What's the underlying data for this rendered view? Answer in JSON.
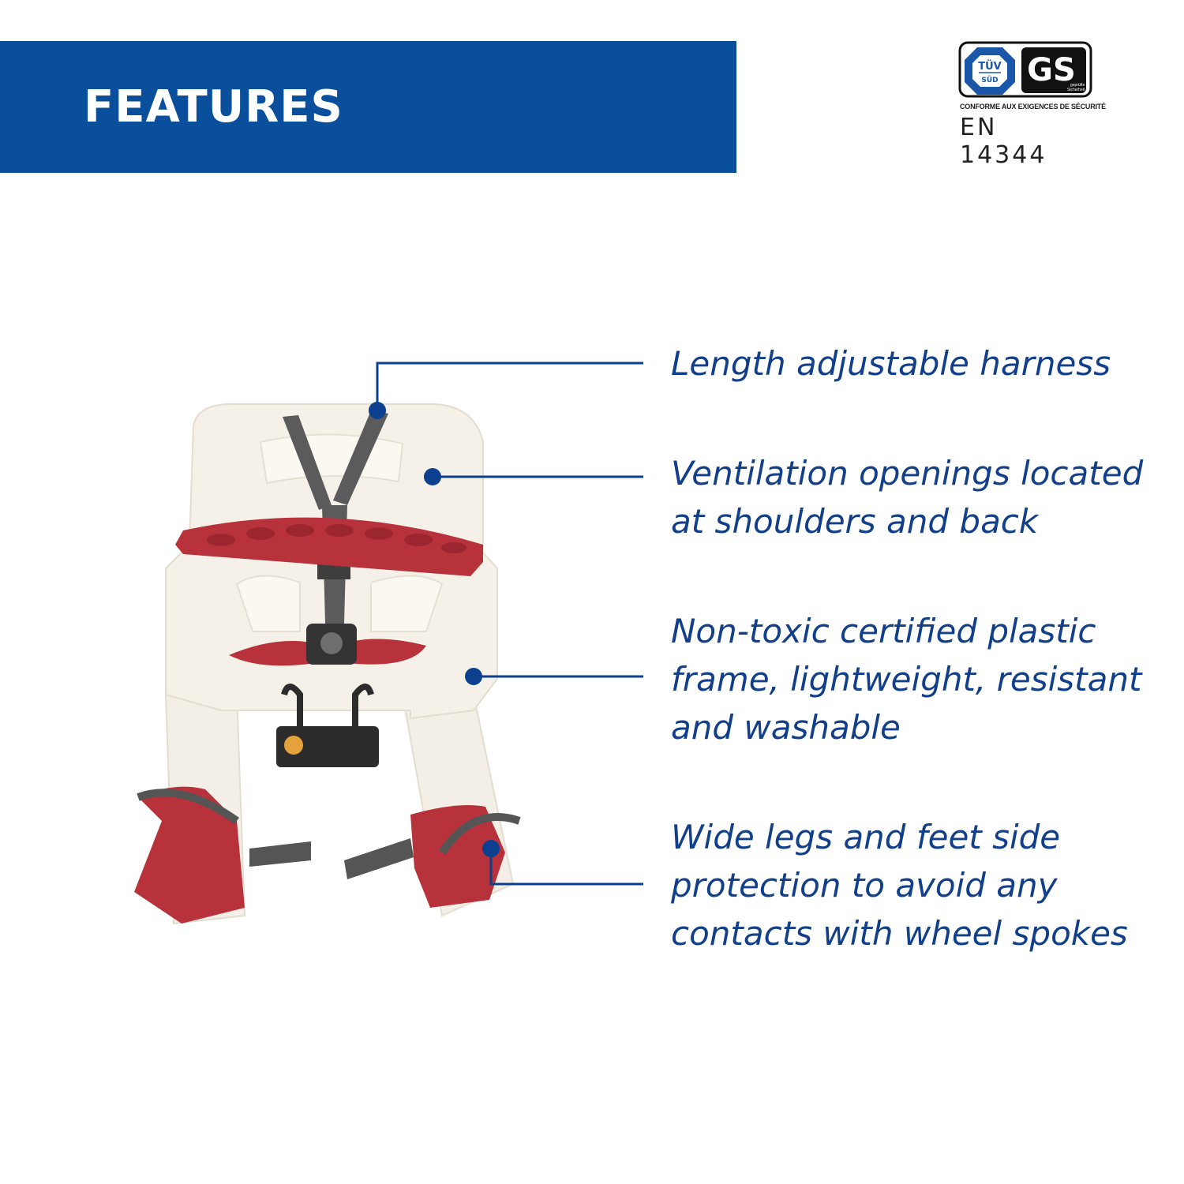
{
  "header": {
    "title": "FEATURES",
    "banner_color": "#0a4f9c"
  },
  "certification": {
    "tuv_top": "TÜV",
    "tuv_bottom": "SÜD",
    "gs_mark": "GS",
    "gs_caption_1": "geprüfte",
    "gs_caption_2": "Sicherheit",
    "conformity": "CONFORME AUX EXIGENCES DE SÉCURITÉ",
    "standard": "EN 14344"
  },
  "features": [
    {
      "lines": [
        "Length adjustable harness"
      ]
    },
    {
      "lines": [
        "Ventilation openings located",
        "at shoulders and back"
      ]
    },
    {
      "lines": [
        "Non-toxic certified plastic",
        "frame, lightweight, resistant",
        "and washable"
      ]
    },
    {
      "lines": [
        "Wide legs and feet side",
        "protection to avoid any",
        "contacts with wheel spokes"
      ]
    }
  ],
  "colors": {
    "callout_text": "#123f8a",
    "leader_line": "#0d3f8f",
    "seat_body": "#f3efe6",
    "seat_accent": "#b8323b",
    "harness": "#5b5b5b"
  },
  "product": {
    "icon": "child-bike-seat-icon"
  }
}
